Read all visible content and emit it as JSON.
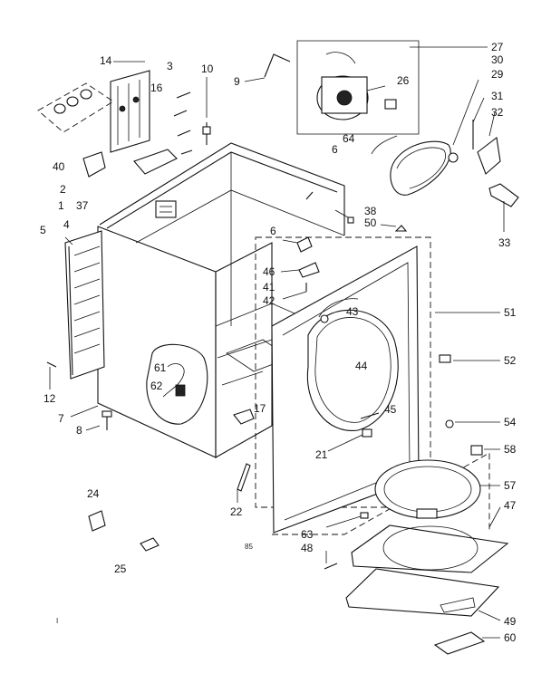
{
  "diagram": {
    "center_code": "85",
    "corner_mark": "I",
    "callouts": [
      {
        "id": "1",
        "text": "1"
      },
      {
        "id": "2",
        "text": "2"
      },
      {
        "id": "3",
        "text": "3"
      },
      {
        "id": "4",
        "text": "4"
      },
      {
        "id": "5",
        "text": "5"
      },
      {
        "id": "6a",
        "text": "6"
      },
      {
        "id": "6b",
        "text": "6"
      },
      {
        "id": "7",
        "text": "7"
      },
      {
        "id": "8",
        "text": "8"
      },
      {
        "id": "9",
        "text": "9"
      },
      {
        "id": "10",
        "text": "10"
      },
      {
        "id": "12",
        "text": "12"
      },
      {
        "id": "14",
        "text": "14"
      },
      {
        "id": "16",
        "text": "16"
      },
      {
        "id": "17",
        "text": "17"
      },
      {
        "id": "21",
        "text": "21"
      },
      {
        "id": "22",
        "text": "22"
      },
      {
        "id": "24",
        "text": "24"
      },
      {
        "id": "25",
        "text": "25"
      },
      {
        "id": "26",
        "text": "26"
      },
      {
        "id": "27",
        "text": "27"
      },
      {
        "id": "29",
        "text": "29"
      },
      {
        "id": "30",
        "text": "30"
      },
      {
        "id": "31",
        "text": "31"
      },
      {
        "id": "32",
        "text": "32"
      },
      {
        "id": "33",
        "text": "33"
      },
      {
        "id": "37",
        "text": "37"
      },
      {
        "id": "38",
        "text": "38"
      },
      {
        "id": "40",
        "text": "40"
      },
      {
        "id": "41",
        "text": "41"
      },
      {
        "id": "42",
        "text": "42"
      },
      {
        "id": "43",
        "text": "43"
      },
      {
        "id": "44",
        "text": "44"
      },
      {
        "id": "45",
        "text": "45"
      },
      {
        "id": "46",
        "text": "46"
      },
      {
        "id": "47",
        "text": "47"
      },
      {
        "id": "48",
        "text": "48"
      },
      {
        "id": "49",
        "text": "49"
      },
      {
        "id": "50",
        "text": "50"
      },
      {
        "id": "51",
        "text": "51"
      },
      {
        "id": "52",
        "text": "52"
      },
      {
        "id": "54",
        "text": "54"
      },
      {
        "id": "57",
        "text": "57"
      },
      {
        "id": "58",
        "text": "58"
      },
      {
        "id": "60",
        "text": "60"
      },
      {
        "id": "61",
        "text": "61"
      },
      {
        "id": "62",
        "text": "62"
      },
      {
        "id": "63",
        "text": "63"
      },
      {
        "id": "64",
        "text": "64"
      }
    ]
  }
}
